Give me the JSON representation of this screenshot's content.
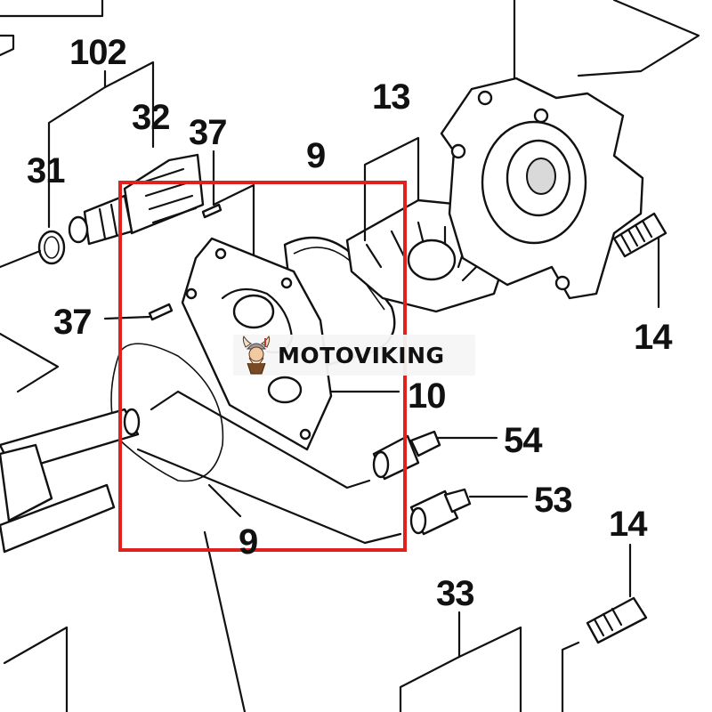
{
  "callouts": {
    "c102": "102",
    "c32": "32",
    "c37_top": "37",
    "c31": "31",
    "c9_top": "9",
    "c13": "13",
    "c37_mid": "37",
    "c14_right": "14",
    "c10": "10",
    "c54": "54",
    "c53": "53",
    "c14_low": "14",
    "c9_bottom": "9",
    "c33": "33"
  },
  "watermark": {
    "text": "MOTOVIKING"
  },
  "colors": {
    "highlight_box": "#e0211d",
    "line_art": "#111111"
  }
}
